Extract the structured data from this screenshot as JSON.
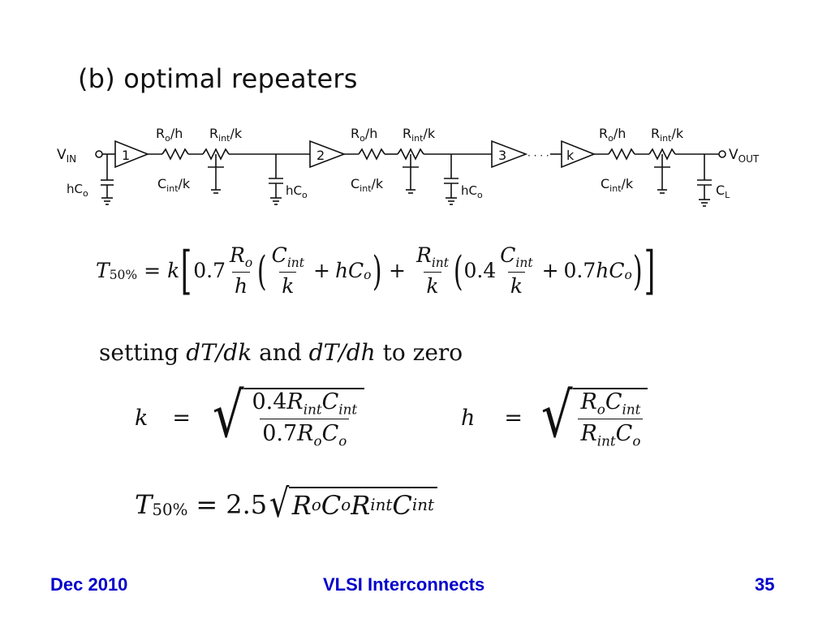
{
  "heading": "(b) optimal repeaters",
  "circuit": {
    "vin": "V",
    "vin_sub": "IN",
    "vout": "V",
    "vout_sub": "OUT",
    "stages": [
      "1",
      "2",
      "3",
      "k"
    ],
    "ro_h": "R",
    "ro_sub": "o",
    "ro_suffix": "/h",
    "rint": "R",
    "rint_sub": "int",
    "rint_suffix": "/k",
    "cint": "C",
    "cint_sub": "int",
    "cint_suffix": "/k",
    "hco": "hC",
    "hco_sub": "o",
    "cl": "C",
    "cl_sub": "L",
    "dots": "· · · ·"
  },
  "equations": {
    "t50_lhs": "T",
    "t50_sub": "50%",
    "k": "k",
    "c07": "0.7",
    "c04": "0.4",
    "ro": "R",
    "ro_sub": "o",
    "h": "h",
    "cint": "C",
    "cint_sub": "int",
    "rint": "R",
    "rint_sub": "int",
    "hco": "hC",
    "co_sub": "o",
    "plus": "+",
    "setting_text": "setting",
    "dtdk": "dT/dk",
    "and": "and",
    "dtdh": "dT/dh",
    "to_zero": "to zero",
    "c25": "2.5"
  },
  "footer": {
    "date": "Dec 2010",
    "title": "VLSI Interconnects",
    "page": "35"
  },
  "colors": {
    "footer": "#0000cc",
    "ink": "#111111"
  }
}
